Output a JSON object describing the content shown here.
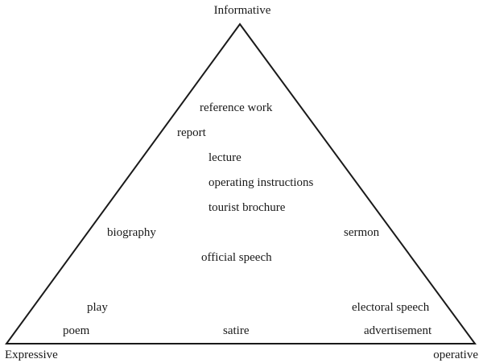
{
  "vertices": {
    "top": "Informative",
    "left": "Expressive",
    "right": "operative"
  },
  "text_types": [
    "reference work",
    "report",
    "lecture",
    "operating instructions",
    "tourist brochure",
    "biography",
    "sermon",
    "official speech",
    "play",
    "electoral speech",
    "poem",
    "satire",
    "advertisement"
  ],
  "colors": {
    "line": "#1a1a1a",
    "text": "#1a1a1a",
    "background": "#ffffff"
  }
}
